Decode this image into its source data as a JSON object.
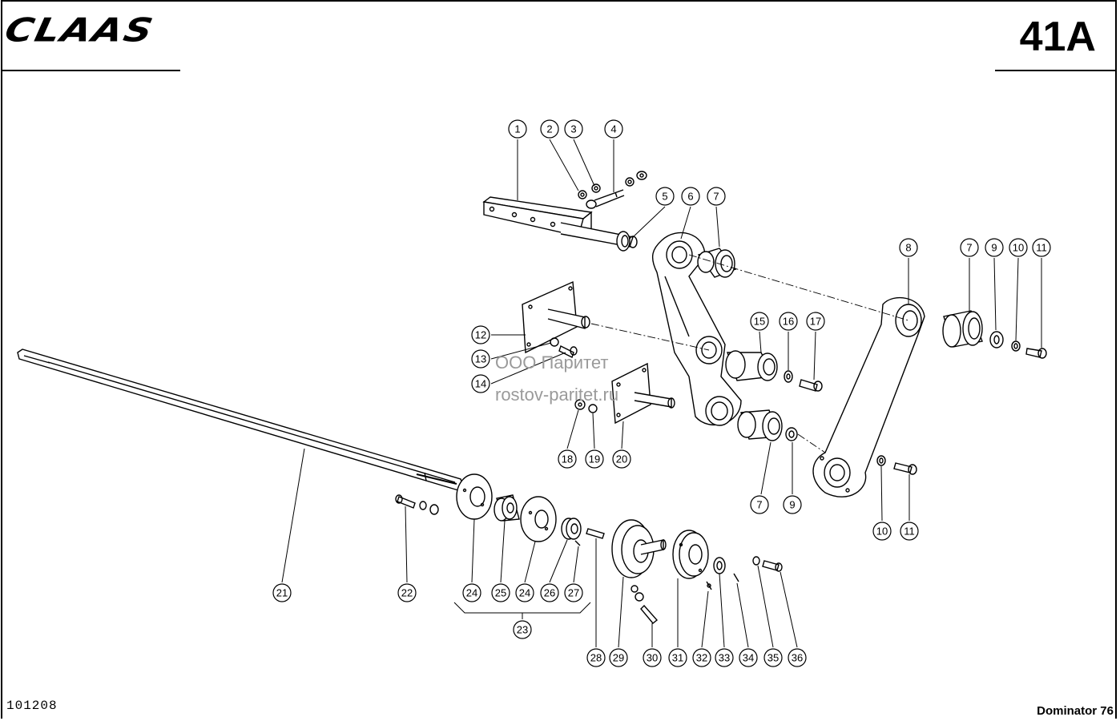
{
  "header": {
    "brand_logo": "CLAAS",
    "page_number": "41A"
  },
  "footer": {
    "drawing_number": "101208",
    "model": "Dominator 76"
  },
  "watermark": {
    "line1": "ООО Паритет",
    "line2": "rostov-paritet.ru"
  },
  "callouts": [
    "1",
    "2",
    "3",
    "4",
    "5",
    "6",
    "7",
    "8",
    "7",
    "9",
    "10",
    "11",
    "12",
    "13",
    "14",
    "15",
    "16",
    "17",
    "18",
    "19",
    "20",
    "7",
    "9",
    "10",
    "11",
    "21",
    "22",
    "24",
    "25",
    "24",
    "26",
    "27",
    "23",
    "28",
    "29",
    "30",
    "31",
    "32",
    "33",
    "34",
    "35",
    "36"
  ],
  "colors": {
    "ink": "#000000",
    "watermark": "#9a9a9a",
    "paper": "#ffffff"
  }
}
